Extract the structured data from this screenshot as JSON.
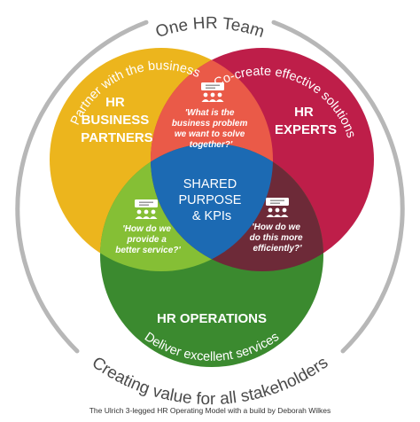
{
  "diagram": {
    "top_title": "One HR Team",
    "bottom_title": "Creating value for all stakeholders",
    "caption": "The Ulrich 3-legged HR Operating Model with a build by Deborah Wilkes",
    "circles": {
      "business_partners": {
        "arc_label": "Partner with the business",
        "title_lines": [
          "HR",
          "BUSINESS",
          "PARTNERS"
        ],
        "color": "#ecb51d"
      },
      "experts": {
        "arc_label": "Co-create effective solutions",
        "title_lines": [
          "HR",
          "EXPERTS"
        ],
        "color": "#be1e49"
      },
      "operations": {
        "arc_label": "Deliver excellent services",
        "title_lines": [
          "HR OPERATIONS"
        ],
        "color": "#3b8a2f"
      }
    },
    "overlaps": {
      "top": {
        "question_lines": [
          "'What is the",
          "business problem",
          "we want to solve",
          "together?'"
        ],
        "color": "#ea5a48"
      },
      "left": {
        "question_lines": [
          "'How do we",
          "provide a",
          "better service?'"
        ],
        "color": "#85bf35"
      },
      "right": {
        "question_lines": [
          "'How do we",
          "do this more",
          "efficiently?'"
        ],
        "color": "#6d2a38"
      },
      "center": {
        "lines": [
          "SHARED",
          "PURPOSE",
          "& KPIs"
        ],
        "color": "#1c6ab3"
      }
    },
    "icons": [
      "team-meeting-icon",
      "team-meeting-icon",
      "team-meeting-icon"
    ],
    "ring_color": "#b7b7b7"
  }
}
